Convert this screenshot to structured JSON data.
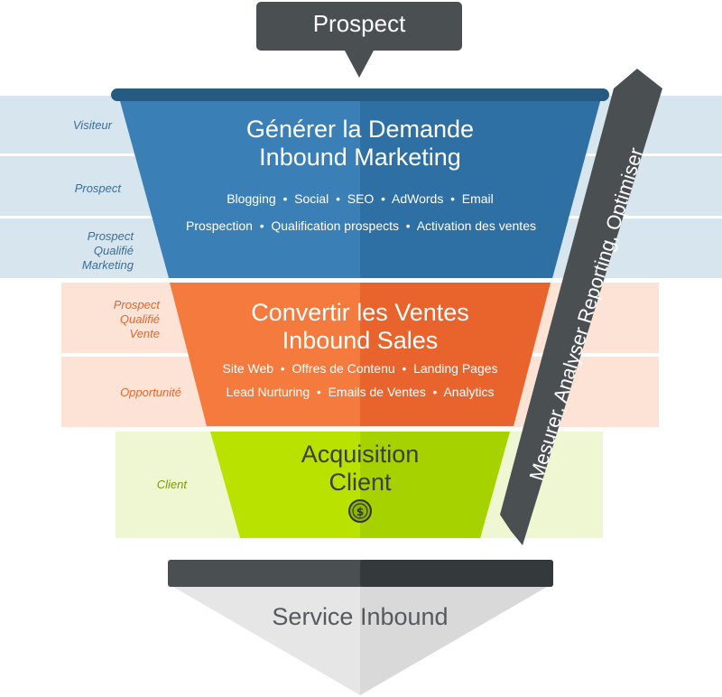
{
  "top_badge": {
    "label": "Prospect"
  },
  "stages": {
    "visiteur": "Visiteur",
    "prospect": "Prospect",
    "pqm": [
      "Prospect",
      "Qualifié",
      "Marketing"
    ],
    "pqv": [
      "Prospect",
      "Qualifié",
      "Vente"
    ],
    "opportunite": "Opportunité",
    "client": "Client"
  },
  "funnel": {
    "generate": {
      "title_line1": "Générer la Demande",
      "title_line2": "Inbound Marketing",
      "row1": "Blogging  •  Social  •  SEO  •  AdWords  •  Email",
      "row2": "Prospection  •  Qualification prospects  •  Activation des ventes"
    },
    "convert": {
      "title_line1": "Convertir les Ventes",
      "title_line2": "Inbound Sales",
      "row1": "Site Web  •  Offres de Contenu  •  Landing Pages",
      "row2": "Lead Nurturing  •  Emails de Ventes  •  Analytics"
    },
    "acquire": {
      "title_line1": "Acquisition",
      "title_line2": "Client"
    },
    "service": {
      "title": "Service Inbound"
    }
  },
  "side_arrow": {
    "label": "Mesurer, Analyser Reporting, Optimiser"
  },
  "colors": {
    "blue": "#3a7fb6",
    "blue_dark": "#2e6fa4",
    "orange": "#f47a3d",
    "orange_dark": "#e9642c",
    "green": "#b9e200",
    "green_dark": "#a6d300",
    "band_blue": "#d7e5ef",
    "band_orange": "#fde3d6",
    "band_green": "#eef7d2",
    "dark_gray": "#4a4f52",
    "light_gray": "#e6e6e6"
  },
  "icons": {
    "coin": "dollar-coin-icon"
  }
}
